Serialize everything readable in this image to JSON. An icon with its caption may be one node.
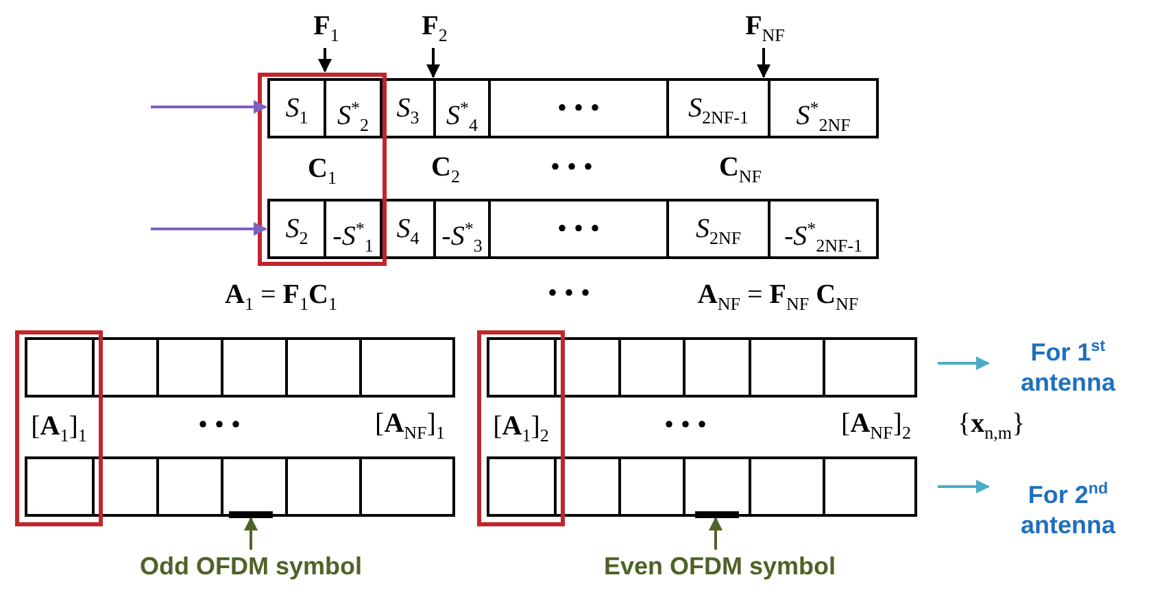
{
  "diagram": {
    "nodes": [
      {
        "text": [
          "**F**$_{1}$"
        ]
      },
      {
        "text": [
          "**F**$_{2}$"
        ]
      },
      {
        "text": [
          "**F**$_{NF}$"
        ]
      },
      {
        "text": [
          "**C**$_{1}$"
        ]
      },
      {
        "text": [
          "*S*$_{1}$"
        ],
        "in": 3
      },
      {
        "text": [
          "*S*$^{*}$$_{2}$"
        ],
        "in": 3
      },
      {
        "text": [
          "*S*$_{3}$"
        ]
      },
      {
        "text": [
          "*S*$^{*}$$_{4}$"
        ]
      },
      {
        "text": [
          "• • •"
        ]
      },
      {
        "text": [
          "*S*$_{2NF-1}$"
        ]
      },
      {
        "text": [
          "*S*$^{*}$$_{2NF}$"
        ]
      },
      {
        "text": [
          "*S*$_{2}$"
        ],
        "in": 3
      },
      {
        "text": [
          "-*S*$^{*}$$_{1}$"
        ],
        "in": 3
      },
      {
        "text": [
          "*S*$_{4}$"
        ]
      },
      {
        "text": [
          "-*S*$^{*}$$_{3}$"
        ]
      },
      {
        "text": [
          "• • •"
        ]
      },
      {
        "text": [
          "*S*$_{2NF}$"
        ]
      },
      {
        "text": [
          "-*S*$^{*}$$_{2NF-1}$"
        ]
      },
      {
        "text": [
          "[**A**$_{1}$]$_{1}$"
        ]
      },
      {
        "text": [],
        "shape": "box",
        "in": 18
      },
      {
        "text": [],
        "shape": "box"
      },
      {
        "text": [],
        "shape": "box"
      },
      {
        "text": [],
        "shape": "box"
      },
      {
        "text": [],
        "shape": "box"
      },
      {
        "text": [],
        "shape": "box"
      },
      {
        "text": [],
        "shape": "box",
        "in": 18
      },
      {
        "text": [],
        "shape": "box"
      },
      {
        "text": [],
        "shape": "box"
      },
      {
        "text": [],
        "shape": "box"
      },
      {
        "text": [],
        "shape": "box"
      },
      {
        "text": [],
        "shape": "box"
      },
      {
        "text": [
          "[**A**$_{1}$]$_{2}$"
        ]
      },
      {
        "text": [],
        "shape": "box",
        "in": 31
      },
      {
        "text": [],
        "shape": "box"
      },
      {
        "text": [],
        "shape": "box"
      },
      {
        "text": [],
        "shape": "box"
      },
      {
        "text": [],
        "shape": "box"
      },
      {
        "text": [],
        "shape": "box"
      },
      {
        "text": [],
        "shape": "box",
        "in": 31
      },
      {
        "text": [],
        "shape": "box"
      },
      {
        "text": [],
        "shape": "box"
      },
      {
        "text": [],
        "shape": "box"
      },
      {
        "text": [],
        "shape": "box"
      },
      {
        "text": [],
        "shape": "box"
      },
      {
        "text": [
          "Odd OFDM symbol"
        ]
      },
      {
        "text": [
          "Even OFDM symbol"
        ]
      },
      {
        "text": [
          "For 1$^{st}$ antenna"
        ]
      },
      {
        "text": [
          "For 2$^{nd}$ antenna"
        ]
      }
    ],
    "edges": [
      {
        "from": 0,
        "to": 3,
        "arrow": "to"
      },
      {
        "from": 1,
        "to": 6,
        "arrow": "to"
      },
      {
        "from": 2,
        "to": 9,
        "arrow": "to"
      },
      {
        "from": null,
        "to": 4,
        "arrow": "to",
        "color": "#7f5fbf"
      },
      {
        "from": null,
        "to": 11,
        "arrow": "to",
        "color": "#7f5fbf"
      },
      {
        "from": 44,
        "to": 28,
        "arrow": "to",
        "color": "#4f6228"
      },
      {
        "from": 45,
        "to": 41,
        "arrow": "to",
        "color": "#4f6228"
      },
      {
        "from": null,
        "to": 46,
        "arrow": "to",
        "color": "#4bacc6"
      },
      {
        "from": null,
        "to": 47,
        "arrow": "to",
        "color": "#4bacc6"
      }
    ],
    "labels": [
      "**C**$_{2}$",
      "• • •",
      "**C**$_{NF}$",
      "**A**$_{1}$ = **F**$_{1}$**C**$_{1}$",
      "• • •",
      "**A**$_{NF}$ = **F**$_{NF}$ **C**$_{NF}$",
      "• • •",
      "[**A**$_{NF}$]$_{1}$",
      "• • •",
      "[**A**$_{NF}$]$_{2}$",
      "{**x**$_{n,m}$}"
    ]
  }
}
